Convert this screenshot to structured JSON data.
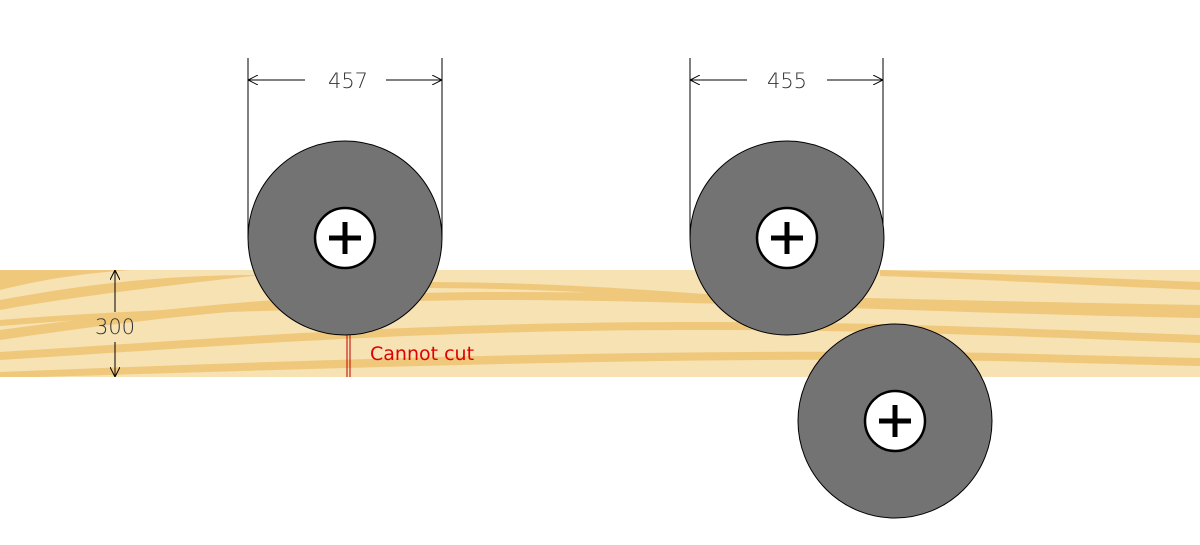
{
  "dimensions": {
    "blade_left_diameter": "457",
    "blade_right_diameter": "455",
    "board_thickness": "300"
  },
  "labels": {
    "cannot_cut": "Cannot cut"
  },
  "colors": {
    "wood_light": "#f6e2b2",
    "wood_grain": "#efc87c",
    "blade": "#737373",
    "warning": "#e00000"
  }
}
